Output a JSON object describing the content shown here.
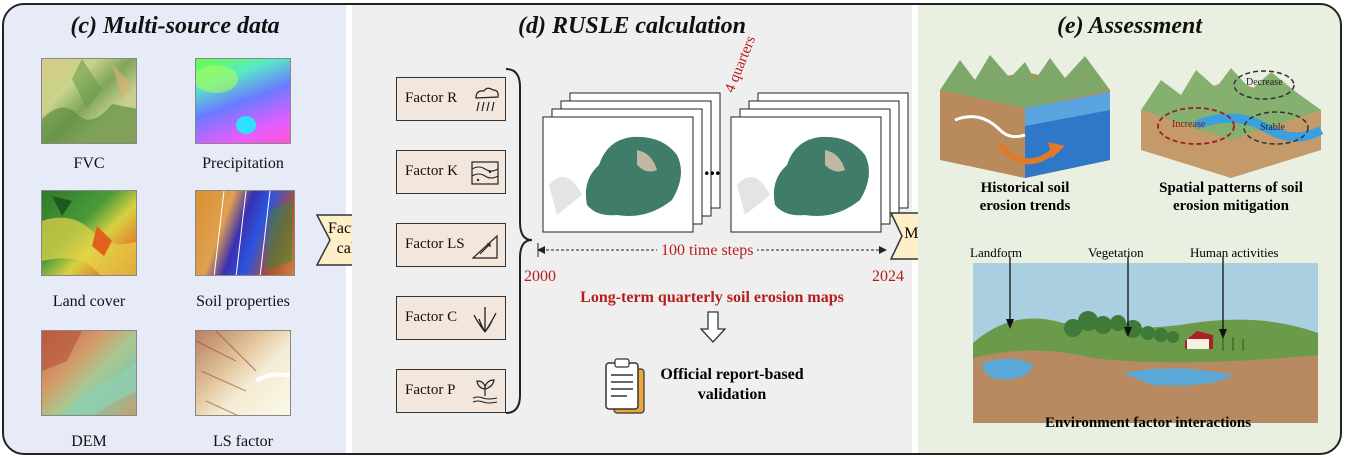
{
  "panels": {
    "c": {
      "title": "(c) Multi-source data"
    },
    "d": {
      "title": "(d) RUSLE calculation"
    },
    "e": {
      "title": "(e) Assessment"
    }
  },
  "sources": [
    {
      "label": "FVC"
    },
    {
      "label": "Precipitation"
    },
    {
      "label": "Land cover"
    },
    {
      "label": "Soil properties"
    },
    {
      "label": "DEM"
    },
    {
      "label": "LS factor"
    }
  ],
  "arrows": {
    "factor_cal_line1": "Factor",
    "factor_cal_line2": "cal.",
    "maps": "Maps"
  },
  "factors": [
    {
      "label": "Factor R",
      "icon": "rain-cloud-icon"
    },
    {
      "label": "Factor K",
      "icon": "soil-layers-icon"
    },
    {
      "label": "Factor LS",
      "icon": "slope-icon"
    },
    {
      "label": "Factor C",
      "icon": "grass-icon"
    },
    {
      "label": "Factor P",
      "icon": "seedling-icon"
    }
  ],
  "rusle": {
    "quarters": "4 quarters",
    "ellipsis": "...",
    "time_steps": "100 time steps",
    "year_start": "2000",
    "year_end": "2024",
    "maps_caption": "Long-term quarterly soil erosion maps",
    "validation_line1": "Official report-based",
    "validation_line2": "validation"
  },
  "assessment": {
    "trend_line1": "Historical soil",
    "trend_line2": "erosion trends",
    "pattern_line1": "Spatial patterns of soil",
    "pattern_line2": "erosion mitigation",
    "decrease": "Decrease",
    "increase": "Increase",
    "stable": "Stable",
    "landform": "Landform",
    "vegetation": "Vegetation",
    "human": "Human activities",
    "interactions": "Environment factor interactions"
  },
  "colors": {
    "accent_red": "#b81d1d",
    "panel_c_bg": "#e6ebf7",
    "panel_d_bg": "#efefef",
    "panel_e_bg": "#eaf0e1",
    "factor_box": "#f3e6dc",
    "arrow_fill": "#fdf0c8"
  }
}
